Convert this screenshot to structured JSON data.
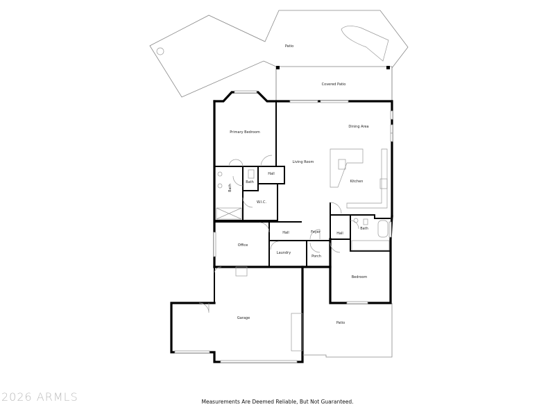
{
  "rooms": {
    "patio_top": "Patio",
    "covered_patio": "Covered Patio",
    "primary_bedroom": "Primary Bedroom",
    "dining_area": "Dining Area",
    "living_room": "Living Room",
    "kitchen": "Kitchen",
    "hall_1": "Hall",
    "bath_1": "Bath",
    "bath_2": "Bath",
    "wic": "W.I.C.",
    "hall_2": "Hall",
    "office": "Office",
    "foyer": "Foyer",
    "hall_3": "Hall",
    "bath_3": "Bath",
    "laundry": "Laundry",
    "porch": "Porch",
    "bedroom": "Bedroom",
    "garage": "Garage",
    "patio_bottom": "Patio"
  },
  "watermark": "2026 ARMLS",
  "disclaimer": "Measurements Are Deemed Reliable, But Not Guaranteed."
}
